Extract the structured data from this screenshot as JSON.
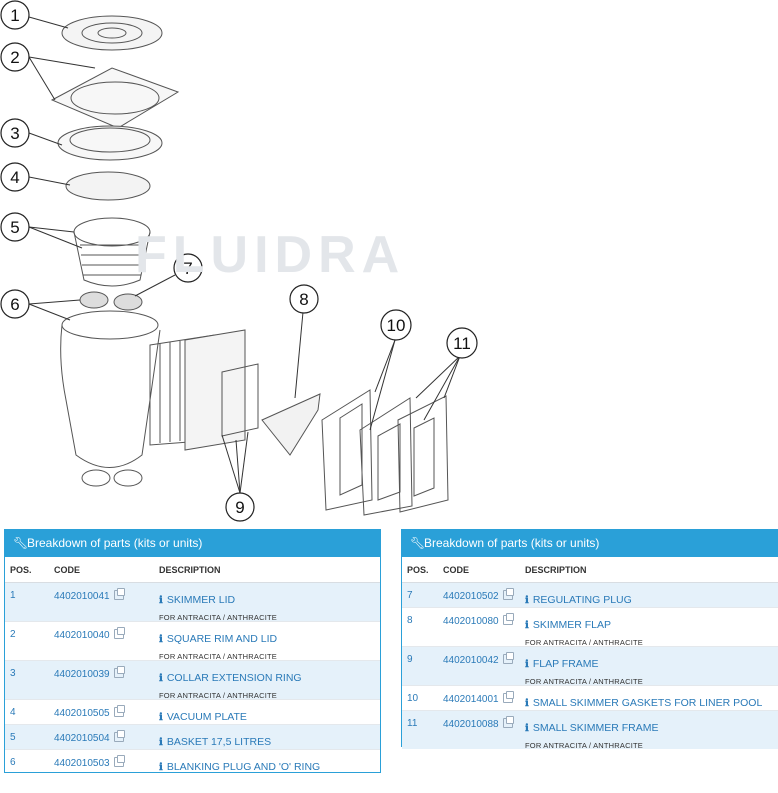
{
  "diagram": {
    "watermark": "FLUIDRA",
    "callouts": [
      "1",
      "2",
      "3",
      "4",
      "5",
      "6",
      "7",
      "8",
      "9",
      "10",
      "11"
    ]
  },
  "left_panel": {
    "title": "Breakdown of parts (kits or units)",
    "headers": {
      "pos": "POS.",
      "code": "CODE",
      "desc": "DESCRIPTION"
    },
    "rows": [
      {
        "pos": "1",
        "code": "4402010041",
        "name": "SKIMMER LID",
        "sub": "FOR ANTRACITA / ANTHRACITE"
      },
      {
        "pos": "2",
        "code": "4402010040",
        "name": "SQUARE RIM AND LID",
        "sub": "FOR ANTRACITA / ANTHRACITE"
      },
      {
        "pos": "3",
        "code": "4402010039",
        "name": "COLLAR EXTENSION RING",
        "sub": "FOR ANTRACITA / ANTHRACITE"
      },
      {
        "pos": "4",
        "code": "4402010505",
        "name": "VACUUM PLATE",
        "sub": ""
      },
      {
        "pos": "5",
        "code": "4402010504",
        "name": "BASKET 17,5 LITRES",
        "sub": ""
      },
      {
        "pos": "6",
        "code": "4402010503",
        "name": "BLANKING PLUG AND 'O' RING",
        "sub": ""
      }
    ]
  },
  "right_panel": {
    "title": "Breakdown of parts (kits or units)",
    "headers": {
      "pos": "POS.",
      "code": "CODE",
      "desc": "DESCRIPTION"
    },
    "rows": [
      {
        "pos": "7",
        "code": "4402010502",
        "name": "REGULATING PLUG",
        "sub": ""
      },
      {
        "pos": "8",
        "code": "4402010080",
        "name": "SKIMMER FLAP",
        "sub": "FOR ANTRACITA / ANTHRACITE"
      },
      {
        "pos": "9",
        "code": "4402010042",
        "name": "FLAP FRAME",
        "sub": "FOR ANTRACITA / ANTHRACITE"
      },
      {
        "pos": "10",
        "code": "4402014001",
        "name": "SMALL SKIMMER GASKETS FOR LINER POOL",
        "sub": ""
      },
      {
        "pos": "11",
        "code": "4402010088",
        "name": "SMALL SKIMMER FRAME",
        "sub": "FOR ANTRACITA / ANTHRACITE"
      }
    ]
  },
  "colors": {
    "accent": "#2aa0d8",
    "link": "#2a7ab8",
    "row_alt": "#e5f1fa"
  },
  "icons": [
    "wrench-icon",
    "info-icon",
    "copy-icon"
  ]
}
